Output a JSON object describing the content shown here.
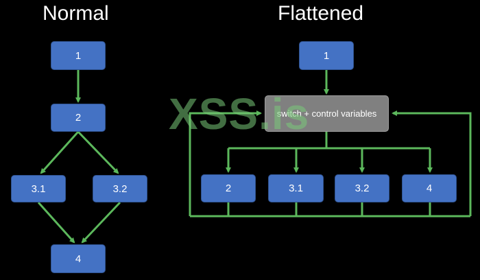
{
  "titles": {
    "left": "Normal",
    "right": "Flattened"
  },
  "normal": {
    "nodes": [
      "1",
      "2",
      "3.1",
      "3.2",
      "4"
    ]
  },
  "flattened": {
    "entry": "1",
    "dispatcher": "switch + control variables",
    "cases": [
      "2",
      "3.1",
      "3.2",
      "4"
    ]
  },
  "watermark": "XSS.is",
  "colors": {
    "background": "#000000",
    "node_fill": "#4472c4",
    "switch_fill": "#808080",
    "edge": "#5cb85c",
    "title": "#ffffff"
  }
}
